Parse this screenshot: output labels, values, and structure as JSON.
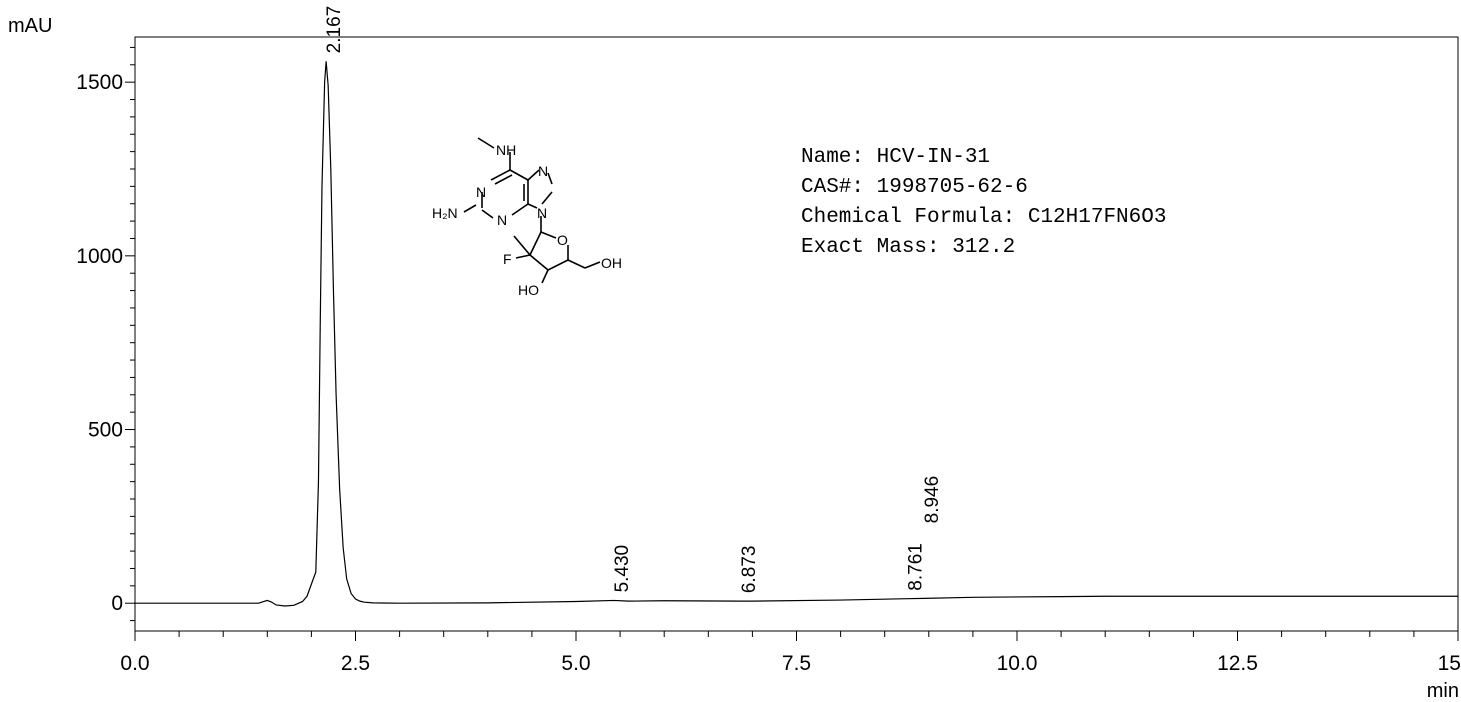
{
  "chart_data": {
    "type": "line",
    "ylabel": "mAU",
    "xlabel": "min",
    "xlim": [
      0,
      15
    ],
    "ylim": [
      -80,
      1630
    ],
    "xticks": [
      0,
      2.5,
      5,
      7.5,
      10,
      12.5,
      15
    ],
    "xtick_labels": [
      "0.0",
      "2.5",
      "5.0",
      "7.5",
      "10.0",
      "12.5",
      "15.0"
    ],
    "yticks": [
      0,
      500,
      1000,
      1500
    ],
    "ytick_labels": [
      "0",
      "500",
      "1000",
      "1500"
    ],
    "grid": false,
    "series": [
      {
        "x": [
          0,
          1.4,
          1.5,
          1.55,
          1.6,
          1.7,
          1.8,
          1.9,
          1.95,
          2.0,
          2.05,
          2.08,
          2.1,
          2.12,
          2.15,
          2.167,
          2.19,
          2.22,
          2.25,
          2.28,
          2.32,
          2.36,
          2.4,
          2.45,
          2.5,
          2.55,
          2.6,
          2.7,
          3.0,
          4.0,
          5.0,
          5.43,
          5.6,
          6.0,
          6.873,
          7.0,
          8.0,
          8.761,
          8.946,
          9.5,
          10.0,
          10.5,
          11.0,
          12.0,
          13.0,
          14.0,
          15.0
        ],
        "y": [
          0,
          0,
          8,
          3,
          -5,
          -8,
          -6,
          5,
          20,
          55,
          90,
          350,
          800,
          1200,
          1500,
          1560,
          1490,
          1250,
          900,
          600,
          330,
          160,
          70,
          28,
          12,
          6,
          3,
          1,
          0,
          1,
          5,
          8,
          6,
          7,
          6,
          6,
          9,
          13,
          14,
          17,
          18,
          19,
          20,
          20,
          20,
          20,
          20
        ]
      }
    ],
    "peak_labels": [
      {
        "x": 2.167,
        "y": 1560,
        "label": "2.167"
      },
      {
        "x": 5.43,
        "y": 8,
        "label": "5.430"
      },
      {
        "x": 6.873,
        "y": 6,
        "label": "6.873"
      },
      {
        "x": 8.761,
        "y": 13,
        "label": "8.761"
      },
      {
        "x": 8.946,
        "y": 14,
        "label": "8.946"
      }
    ],
    "annotations": [
      "Name: HCV-IN-31",
      "CAS#: 1998705-62-6",
      "Chemical Formula: C12H17FN6O3",
      "Exact Mass: 312.2"
    ]
  },
  "structure": {
    "atoms": [
      "NH",
      "N",
      "N",
      "N",
      "N",
      "H₂N",
      "O",
      "F",
      "HO",
      "OH"
    ]
  }
}
